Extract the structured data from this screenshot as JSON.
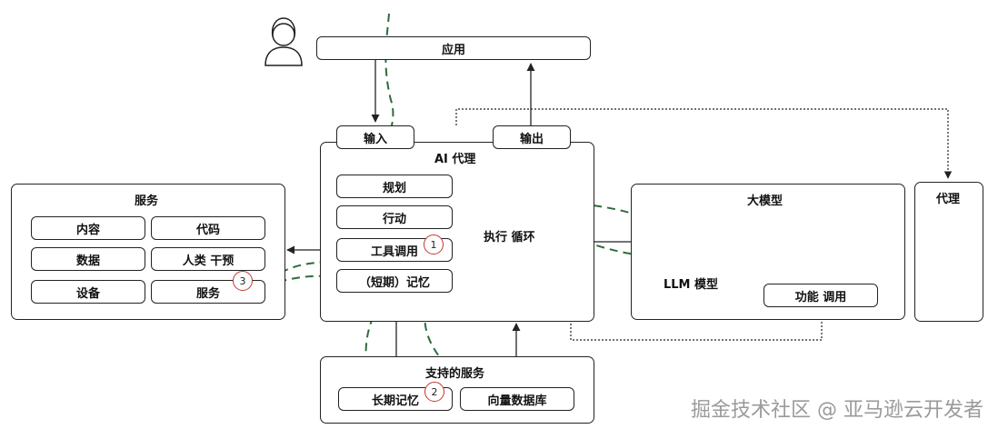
{
  "app": {
    "title": "应用",
    "input_label": "输入",
    "output_label": "输出"
  },
  "agent": {
    "title": "AI 代理",
    "items": [
      "规划",
      "行动",
      "工具调用",
      "（短期）记忆"
    ],
    "loop_label": "执行 循环"
  },
  "services": {
    "title": "服务",
    "items": [
      "内容",
      "代码",
      "数据",
      "人类 干预",
      "设备",
      "服务"
    ]
  },
  "support": {
    "title": "支持的服务",
    "long_memory": "长期记忆",
    "vector_db": "向量数据库"
  },
  "llm": {
    "title": "大模型",
    "model_label": "LLM 模型",
    "function_call": "功能 调用"
  },
  "proxy": {
    "title": "代理"
  },
  "badges": [
    "1",
    "2",
    "3"
  ],
  "watermark": "掘金技术社区 @ 亚马逊云开发者",
  "icons": [
    "user-icon",
    "brain-circuit-icon"
  ],
  "colors": {
    "flow_path": "#2e6b3a",
    "badge_border": "#c0392b"
  }
}
